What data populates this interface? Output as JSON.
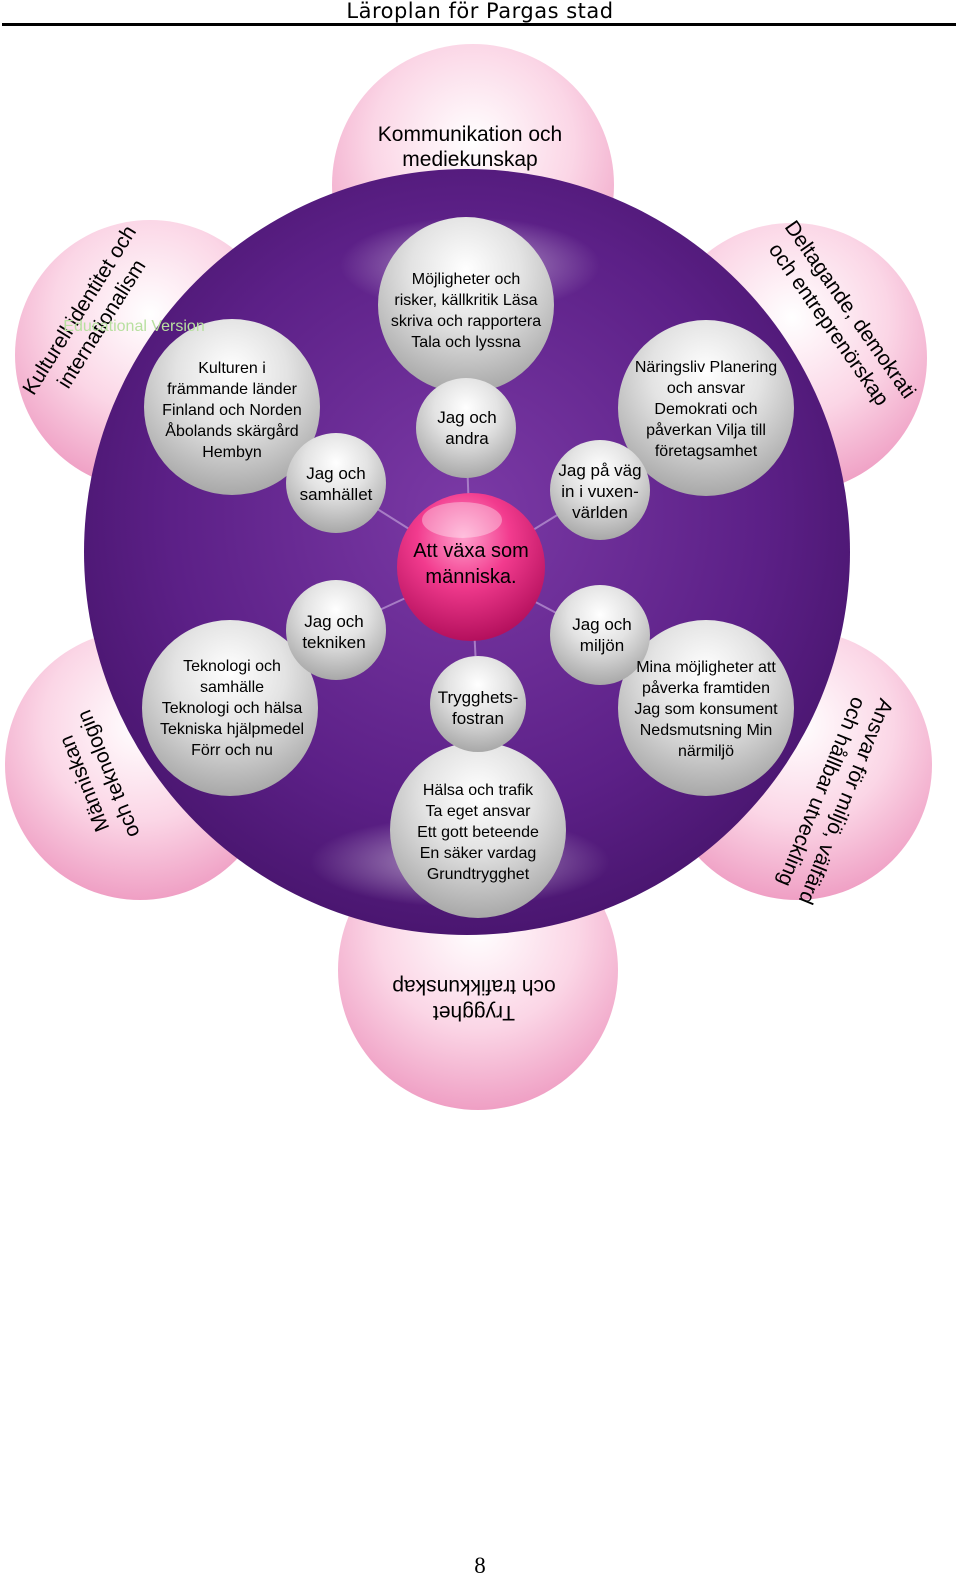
{
  "header": {
    "title": "Läroplan för Pargas stad"
  },
  "watermark": "Educational Version",
  "center": {
    "line1": "Att växa som",
    "line2": "människa."
  },
  "outer_areas": {
    "top": [
      "Kommunikation och",
      "mediekunskap"
    ],
    "top_right": [
      "Deltagande, demokrati",
      "och entreprenörskap"
    ],
    "bottom_right": [
      "Ansvar för miljö, välfärd",
      "och hållbar utveckling"
    ],
    "bottom": [
      "Trygghet",
      "och trafikkunskap"
    ],
    "bottom_left": [
      "Människan",
      "och teknologin"
    ],
    "top_left": [
      "Kulturell identitet och",
      "internationalism"
    ]
  },
  "themes": {
    "top": [
      "Jag och",
      "andra"
    ],
    "top_right": [
      "Jag på väg",
      "in i vuxen-",
      "världen"
    ],
    "bottom_right": [
      "Jag och",
      "miljön"
    ],
    "bottom": [
      "Trygghets-",
      "fostran"
    ],
    "bottom_left": [
      "Jag och",
      "tekniken"
    ],
    "top_left": [
      "Jag och",
      "samhället"
    ]
  },
  "contents": {
    "top": [
      "Möjligheter och",
      "risker, källkritik Läsa",
      "skriva och rapportera",
      "Tala och lyssna"
    ],
    "top_right": [
      "Näringsliv Planering",
      "och ansvar",
      "Demokrati och",
      "påverkan Vilja till",
      "företagsamhet"
    ],
    "bottom_right": [
      "Mina möjligheter att",
      "påverka framtiden",
      "Jag som konsument",
      "Nedsmutsning Min",
      "närmiljö"
    ],
    "bottom": [
      "Hälsa och trafik",
      "Ta eget ansvar",
      "Ett gott beteende",
      "En säker vardag",
      "Grundtrygghet"
    ],
    "bottom_left": [
      "Teknologi och",
      "samhälle",
      "Teknologi och hälsa",
      "Tekniska hjälpmedel",
      "Förr och nu"
    ],
    "top_left": [
      "Kulturen i",
      "främmande länder",
      "Finland och Norden",
      "Åbolands skärgård",
      "Hembyn"
    ]
  },
  "page_number": "8",
  "colors": {
    "purple": "#5b1f86",
    "pink_light": "#fde4ef",
    "pink_mid": "#f2a3c8",
    "magenta": "#e6197a",
    "grey_bubble": "#c9c9c9",
    "watermark": "#b8e0a0"
  }
}
